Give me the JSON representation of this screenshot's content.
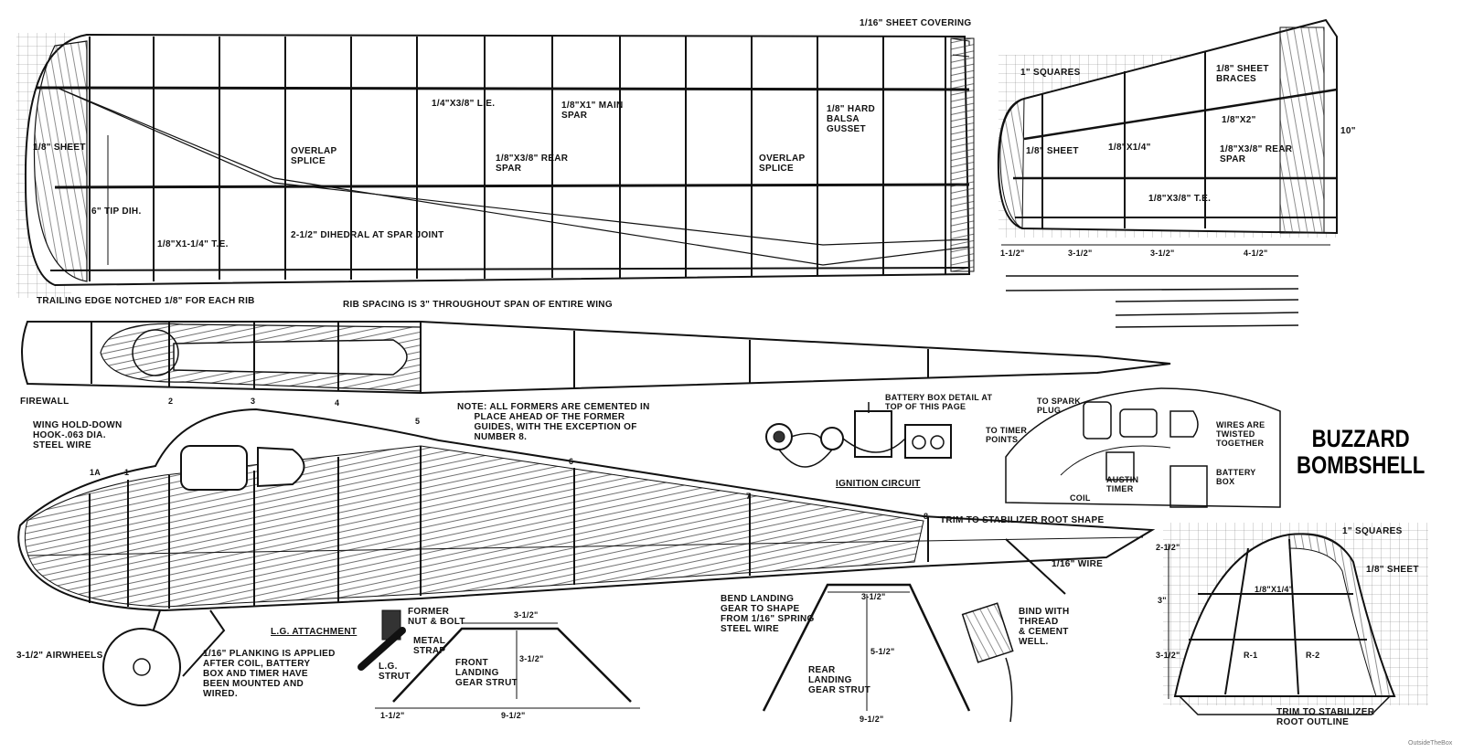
{
  "title": {
    "line1": "BUZZARD",
    "line2": "BOMBSHELL"
  },
  "wing": {
    "sheet_covering": "1/16\" SHEET COVERING",
    "sheet": "1/8\" SHEET",
    "tip_dih": "6\" TIP DIH.",
    "te": "1/8\"X1-1/4\" T.E.",
    "overlap_splice_1": "OVERLAP\nSPLICE",
    "dihedral": "2-1/2\" DIHEDRAL AT SPAR JOINT",
    "le": "1/4\"X3/8\" L.E.",
    "rear_spar": "1/8\"X3/8\" REAR\nSPAR",
    "main_spar": "1/8\"X1\" MAIN\nSPAR",
    "overlap_splice_2": "OVERLAP\nSPLICE",
    "hard_balsa_gusset": "1/8\" HARD\nBALSA\nGUSSET",
    "trailing_edge_note": "TRAILING EDGE NOTCHED 1/8\" FOR EACH RIB",
    "rib_spacing_note": "RIB SPACING IS 3\" THROUGHOUT SPAN OF ENTIRE WING"
  },
  "stabilizer": {
    "squares": "1\" SQUARES",
    "sheet_braces": "1/8\" SHEET\nBRACES",
    "sheet": "1/8\" SHEET",
    "spar_a": "1/8\"X1/4\"",
    "spar_b": "1/8\"X2\"",
    "rear_spar": "1/8\"X3/8\" REAR\nSPAR",
    "te": "1/8\"X3/8\" T.E.",
    "dim_height": "10\"",
    "dim_1": "1-1/2\"",
    "dim_2": "3-1/2\"",
    "dim_3": "3-1/2\"",
    "dim_4": "4-1/2\""
  },
  "fuselage": {
    "firewall": "FIREWALL",
    "former_labels": [
      "1A",
      "1",
      "2",
      "3",
      "4",
      "5",
      "6",
      "7",
      "8"
    ],
    "formers_note": "NOTE: ALL FORMERS ARE CEMENTED IN\n      PLACE AHEAD OF THE FORMER\n      GUIDES, WITH THE EXCEPTION OF\n      NUMBER 8.",
    "wing_holddown": "WING HOLD-DOWN\nHOOK-.063 DIA.\nSTEEL WIRE",
    "trim_note": "TRIM TO STABILIZER ROOT SHAPE",
    "wire": "1/16\" WIRE",
    "airwheels": "3-1/2\" AIRWHEELS",
    "planking": "1/16\" PLANKING IS APPLIED\nAFTER COIL, BATTERY\nBOX AND TIMER HAVE\nBEEN MOUNTED AND\nWIRED.",
    "lg_attachment": "L.G. ATTACHMENT"
  },
  "ignition": {
    "caption": "IGNITION CIRCUIT",
    "battery_note": "BATTERY BOX DETAIL AT\nTOP OF THIS PAGE",
    "to_spark": "TO SPARK\nPLUG",
    "to_timer": "TO TIMER\nPOINTS",
    "wires_twisted": "WIRES ARE\nTWISTED\nTOGETHER",
    "battery_box": "BATTERY\nBOX",
    "austin_timer": "AUSTIN\nTIMER",
    "coil": "COIL"
  },
  "landing_gear": {
    "former_bolt": "FORMER\nNUT & BOLT",
    "metal_strap": "METAL\nSTRAP",
    "lg_strut": "L.G.\nSTRUT",
    "front_strut": "FRONT\nLANDING\nGEAR STRUT",
    "front_dim_top": "3-1/2\"",
    "front_dim_h": "3-1/2\"",
    "front_dim_base": "9-1/2\"",
    "front_dim_left": "1-1/2\"",
    "bend_note": "BEND LANDING\nGEAR TO SHAPE\nFROM 1/16\" SPRING\nSTEEL WIRE",
    "rear_strut": "REAR\nLANDING\nGEAR STRUT",
    "rear_dim_top": "3-1/2\"",
    "rear_dim_h": "5-1/2\"",
    "rear_dim_base": "9-1/2\"",
    "bind_note": "BIND WITH\nTHREAD\n& CEMENT\nWELL."
  },
  "fin": {
    "squares": "1\" SQUARES",
    "sheet": "1/8\" SHEET",
    "spar": "1/8\"X1/4\"",
    "r1": "R-1",
    "r2": "R-2",
    "trim_note": "TRIM TO STABILIZER\nROOT OUTLINE",
    "dim_a": "2-1/2\"",
    "dim_b": "3\"",
    "dim_c": "3-1/2\""
  },
  "credit": "OutsideTheBox"
}
